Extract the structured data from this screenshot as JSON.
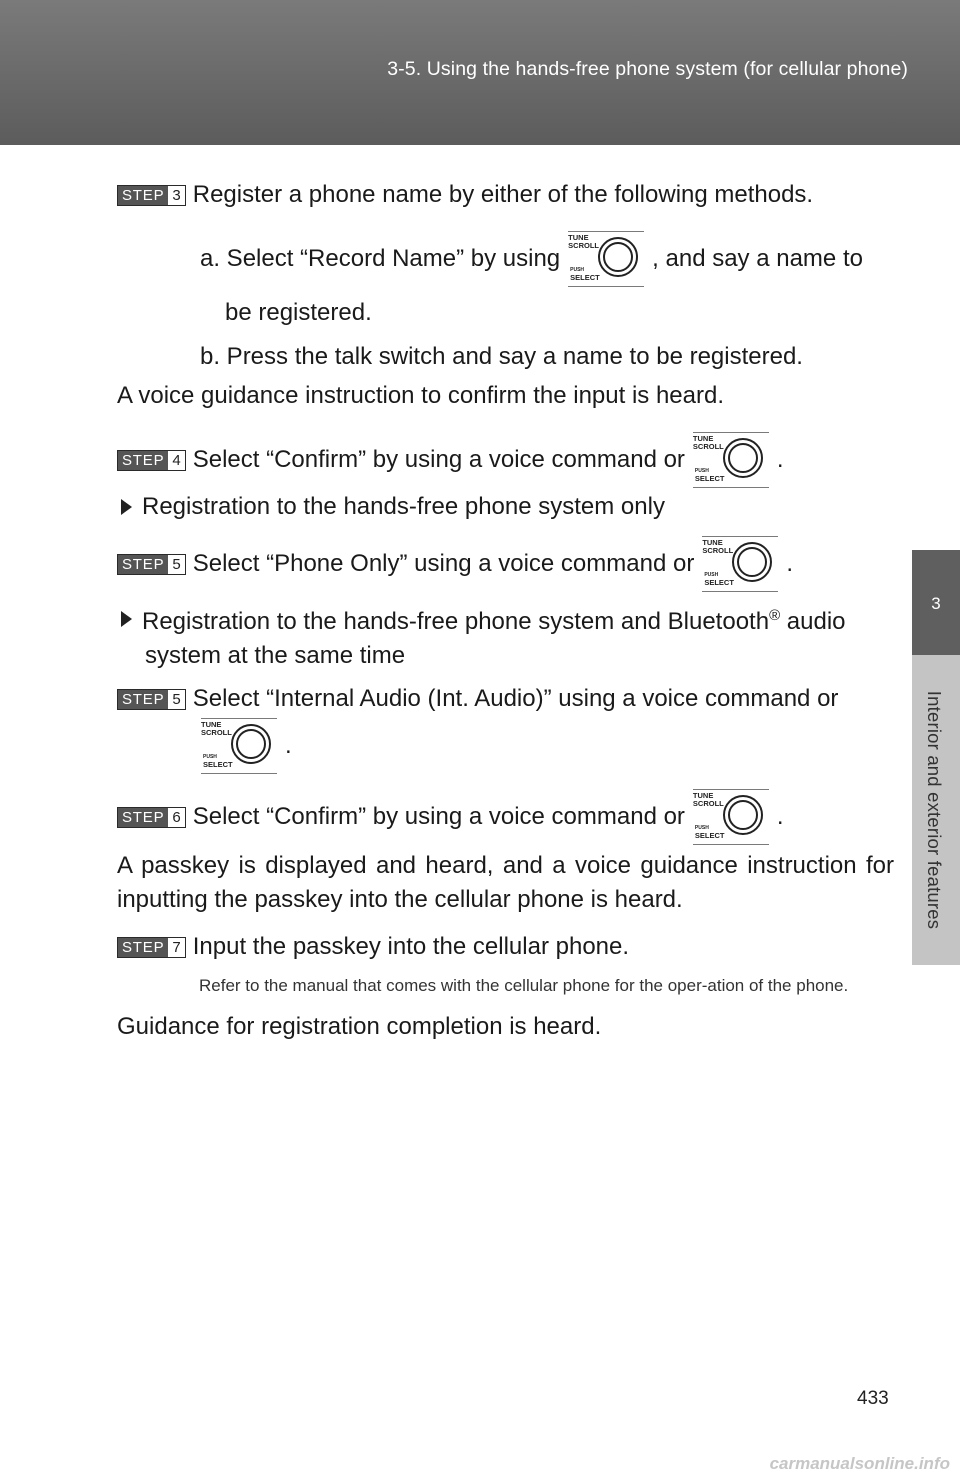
{
  "header": {
    "section_title": "3-5. Using the hands-free phone system (for cellular phone)"
  },
  "side_tab": {
    "chapter_number": "3",
    "chapter_title": "Interior and exterior features"
  },
  "knob_labels": {
    "top": "TUNE\nSCROLL",
    "push": "PUSH",
    "select": "SELECT"
  },
  "step_word": "STEP",
  "content": {
    "step3": {
      "num": "3",
      "text": "Register a phone name by either of the following methods.",
      "a_before": "a. Select “Record Name” by using",
      "a_after": ", and say a name to",
      "a_cont": "be registered.",
      "b": "b. Press the talk switch and say a name to be registered."
    },
    "after_step3": "A voice guidance instruction to confirm the input is heard.",
    "step4": {
      "num": "4",
      "text": "Select “Confirm” by using a voice command or",
      "end": "."
    },
    "bullet1": "Registration to the hands-free phone system only",
    "step5a": {
      "num": "5",
      "text": "Select “Phone Only” using a voice command or",
      "end": "."
    },
    "bullet2": {
      "before": "Registration to the hands-free phone system and Bluetooth",
      "reg": "®",
      "after": " audio",
      "line2": "system at the same time"
    },
    "step5b": {
      "num": "5",
      "text": "Select “Internal Audio (Int. Audio)” using a voice command or",
      "end": "."
    },
    "step6": {
      "num": "6",
      "text": "Select “Confirm” by using a voice command or",
      "end": "."
    },
    "after_step6": "A passkey is displayed and heard, and a voice guidance instruction for inputting the passkey into the cellular phone is heard.",
    "step7": {
      "num": "7",
      "text": "Input the passkey into the cellular phone."
    },
    "note": "Refer to the manual that comes with the cellular phone for the oper-ation of the phone.",
    "final": "Guidance for registration completion is heard."
  },
  "page_number": "433",
  "watermark": "carmanualsonline.info"
}
